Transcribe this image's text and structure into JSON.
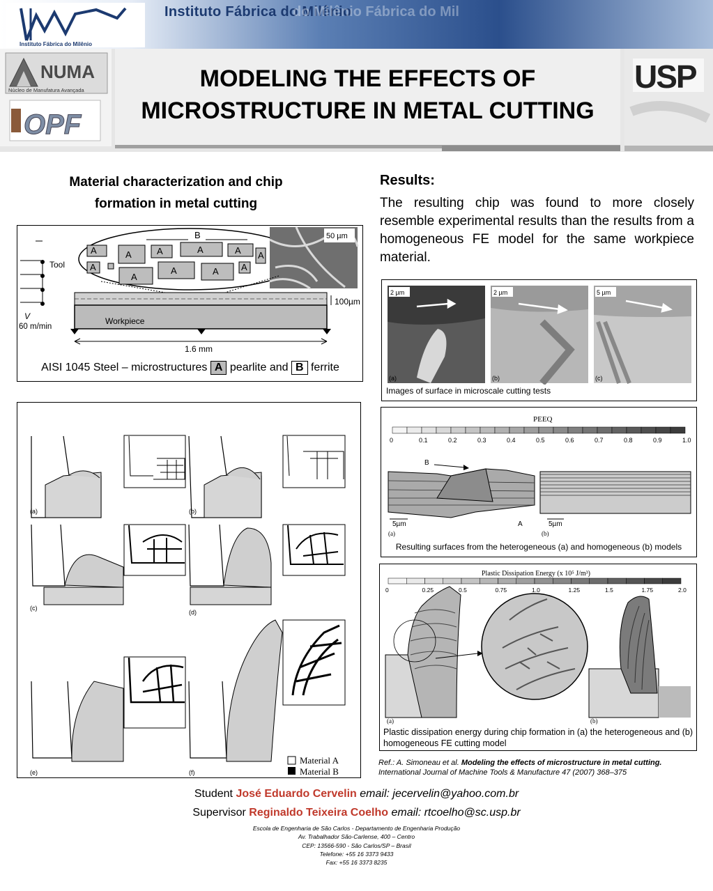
{
  "header": {
    "banner_title": "Instituto Fábrica do Milênio",
    "banner_ghost": "do Milênio  Fábrica do Mil",
    "logo_ifm_caption": "Instituto Fábrica do Milênio",
    "logo_numa_text": "NUMA",
    "logo_numa_caption": "Núcleo de Manufatura Avançada",
    "logo_opf_text": "OPF",
    "logo_usp_text": "USP",
    "title_line1": "MODELING THE EFFECTS OF",
    "title_line2": "MICROSTRUCTURE IN METAL CUTTING"
  },
  "left": {
    "section_title_line1": "Material characterization and chip",
    "section_title_line2": "formation in metal cutting",
    "workpiece_figure": {
      "label_b": "B",
      "label_a": "A",
      "scale_50": "50 µm",
      "tool": "Tool",
      "v": "V",
      "speed": "60 m/min",
      "workpiece": "Workpiece",
      "depth": "100µm",
      "length": "1.6 mm"
    },
    "caption_workpiece": {
      "prefix": "AISI 1045 Steel – microstructures",
      "a": "A",
      "mid": "pearlite and",
      "b": "B",
      "suffix": "ferrite"
    },
    "sim_figure": {
      "panels": [
        "(a)",
        "(b)",
        "(c)",
        "(d)",
        "(e)",
        "(f)"
      ],
      "legend_a": "Material A",
      "legend_b": "Material B"
    }
  },
  "right": {
    "results_title": "Results:",
    "results_text": "The resulting chip was found to more closely resemble experimental results than the results from a homogeneous FE model for the same workpiece material.",
    "micro_figure": {
      "scales": [
        "2 µm",
        "2 µm",
        "5 µm"
      ],
      "panels": [
        "(a)",
        "(b)",
        "(c)"
      ],
      "caption": "Images of surface in microscale cutting tests"
    },
    "peeq_figure": {
      "title": "PEEQ",
      "ticks": [
        "0",
        "0.1",
        "0.2",
        "0.3",
        "0.4",
        "0.5",
        "0.6",
        "0.7",
        "0.8",
        "0.9",
        "1.0"
      ],
      "label_b": "B",
      "label_a": "A",
      "scale_a": "5µm",
      "scale_b": "5µm",
      "panels": [
        "(a)",
        "(b)"
      ],
      "caption": "Resulting surfaces from the heterogeneous (a) and homogeneous (b) models"
    },
    "pde_figure": {
      "title": "Plastic Dissipation Energy (x 10⁵ J/m³)",
      "ticks": [
        "0",
        "0.25",
        "0.5",
        "0.75",
        "1.0",
        "1.25",
        "1.5",
        "1.75",
        "2.0"
      ],
      "panels": [
        "(a)",
        "(b)"
      ],
      "caption": "Plastic dissipation energy during chip formation in (a) the  heterogeneous and (b) homogeneous FE cutting model"
    },
    "reference": {
      "prefix": "Ref.: A. Simoneau et al.",
      "title": "Modeling the effects of microstructure in   metal cutting.",
      "journal": "International Journal of Machine Tools & Manufacture 47 (2007) 368–375"
    }
  },
  "footer": {
    "student_label": "Student",
    "student_name": "José Eduardo Cervelin",
    "student_email": "email: jecervelin@yahoo.com.br",
    "supervisor_label": "Supervisor",
    "supervisor_name": "Reginaldo Teixeira Coelho",
    "supervisor_email": "email: rtcoelho@sc.usp.br",
    "address_lines": [
      "Escola de Engenharia de São Carlos - Departamento de Engenharia Produção",
      "Av. Trabalhador São-Carlense, 400 – Centro",
      "CEP: 13566-590 - São Carlos/SP – Brasil",
      "Telefone: +55 16 3373 9433",
      "Fax: +55 16 3373 8235"
    ]
  },
  "colors": {
    "accent_red": "#c0392b",
    "banner_blue": "#2b4f8c"
  }
}
